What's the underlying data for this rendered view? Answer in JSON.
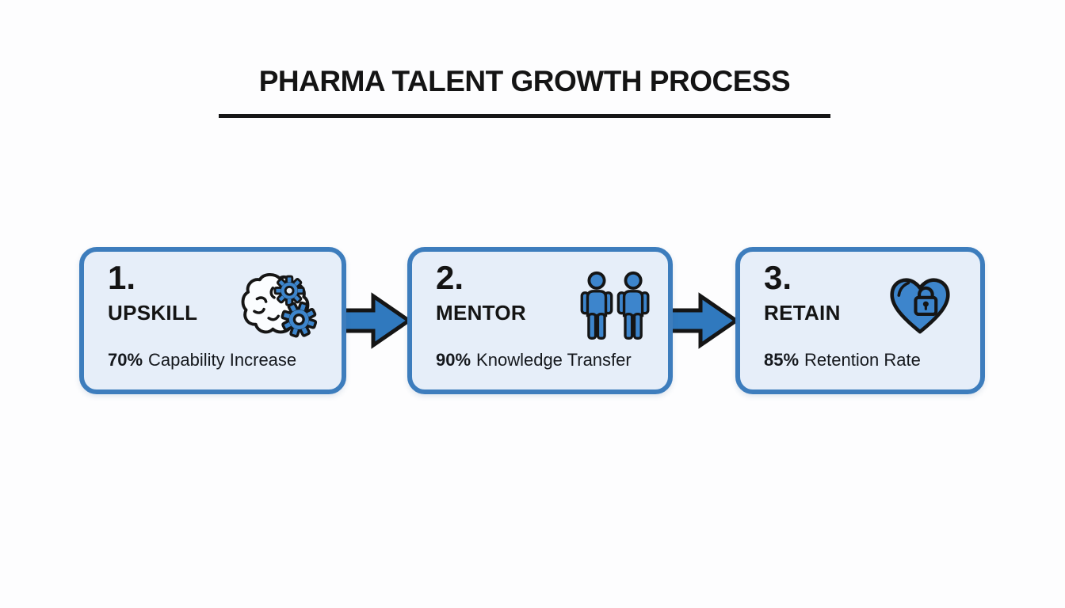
{
  "title": "PHARMA TALENT GROWTH PROCESS",
  "colors": {
    "accent_blue": "#3079be",
    "icon_blue": "#3d85cc",
    "box_border": "#3d7dbd",
    "box_fill": "#e6eef9",
    "outline_black": "#151515"
  },
  "steps": [
    {
      "number": "1.",
      "label": "UPSKILL",
      "stat_value": "70%",
      "stat_label": "Capability Increase",
      "icon": "brain-gears-icon"
    },
    {
      "number": "2.",
      "label": "MENTOR",
      "stat_value": "90%",
      "stat_label": "Knowledge Transfer",
      "icon": "people-icon"
    },
    {
      "number": "3.",
      "label": "RETAIN",
      "stat_value": "85%",
      "stat_label": "Retention Rate",
      "icon": "heart-lock-icon"
    }
  ],
  "arrows": [
    {
      "icon": "arrow-right-icon"
    },
    {
      "icon": "arrow-right-icon"
    }
  ]
}
